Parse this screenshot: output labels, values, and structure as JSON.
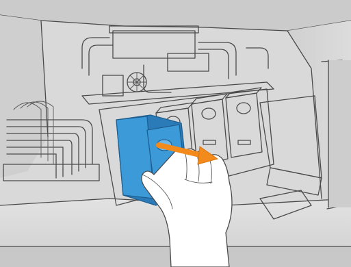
{
  "illustration": {
    "subject": "printhead-cleaning-cartridge-removal",
    "colors": {
      "background": "#ffffff",
      "machine_gray": "#d6d6d6",
      "machine_dark": "#bdbdbd",
      "cartridge_white": "#f7f7f7",
      "highlight_blue": "#3d9ad8",
      "highlight_blue_dark": "#2a7bb8",
      "arrow_orange": "#f28a1c",
      "hand_skin": "#ffffff",
      "outline": "#4a4a4a"
    },
    "arrow_direction": "pull-out-right",
    "highlighted_slot": 1,
    "slot_count": 4
  }
}
